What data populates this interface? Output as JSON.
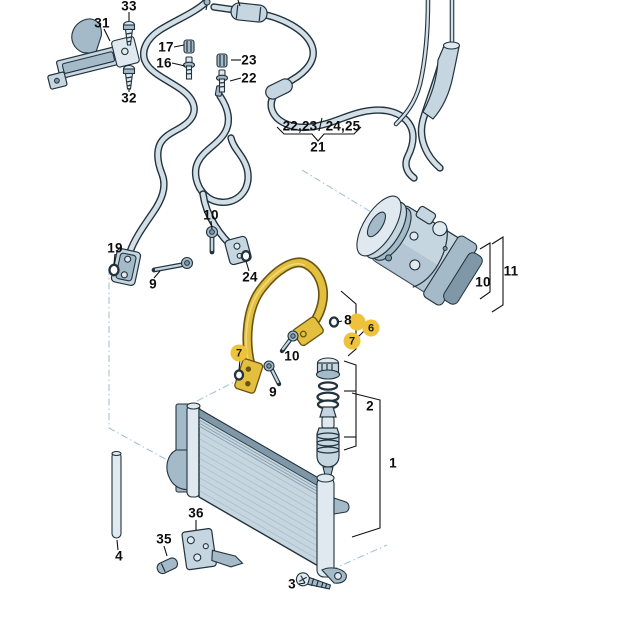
{
  "title": "air-conditioning-parts-diagram",
  "colors": {
    "background": "#ffffff",
    "part_fill": "#c6d6e0",
    "part_light": "#dfe9ef",
    "part_mid": "#a5bac8",
    "part_dark": "#7f97a6",
    "outline": "#22333d",
    "pipe_fill": "#d3dfe7",
    "highlight_fill": "#e2bf3f",
    "highlight_dark": "#6a520f",
    "highlight_light": "#f1dd86",
    "badge_fill": "#eec33b",
    "construction": "#a6c4d7",
    "label": "#0d0d0d"
  },
  "callouts": {
    "c33": "33",
    "c31": "31",
    "c32": "32",
    "c17": "17",
    "c16": "16",
    "c23": "23",
    "c22": "22",
    "c22_23": "22,23",
    "c24_25": "24,25",
    "c21": "21",
    "c10_top": "10",
    "c19": "19",
    "c9_left": "9",
    "c24": "24",
    "c11": "11",
    "c10_compressor": "10",
    "c8": "8",
    "c10_mid": "10",
    "c9_mid": "9",
    "c2": "2",
    "c1": "1",
    "c36": "36",
    "c35": "35",
    "c4": "4",
    "c3": "3"
  },
  "badges": {
    "b6": "6",
    "b7_right": "7",
    "b7_left": "7"
  }
}
